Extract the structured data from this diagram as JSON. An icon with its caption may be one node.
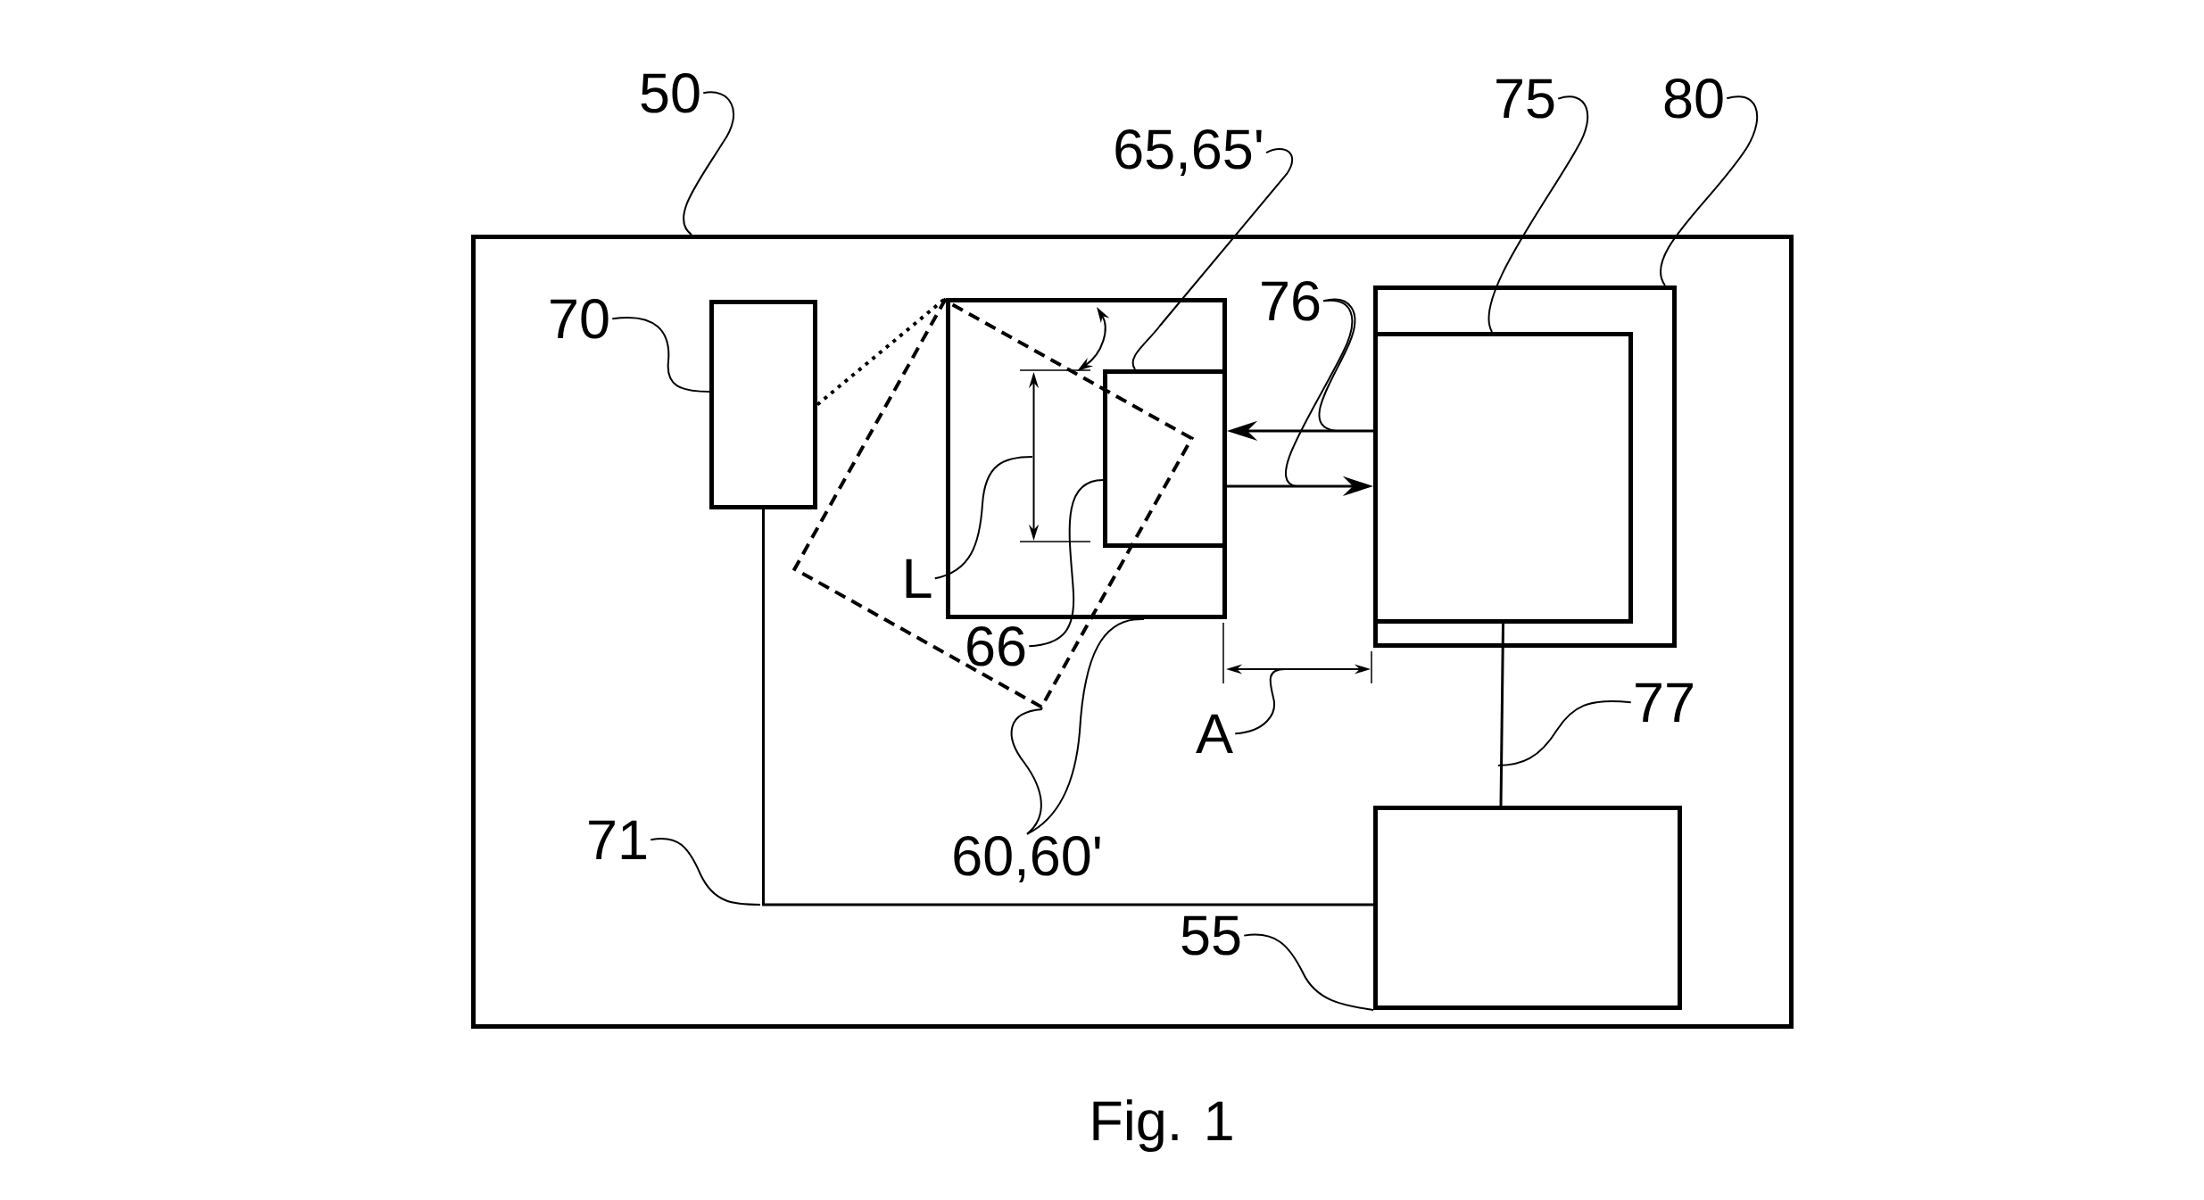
{
  "diagram": {
    "caption": "Fig. 1",
    "nodes": [
      {
        "text": [
          "50"
        ]
      },
      {
        "text": [
          "75"
        ]
      },
      {
        "text": [
          "80"
        ]
      },
      {
        "text": [
          "65,65'"
        ]
      },
      {
        "text": [],
        "shape": "box"
      },
      {
        "text": [
          "76"
        ],
        "in": 4
      },
      {
        "text": [
          "70"
        ],
        "in": 4
      },
      {
        "text": [],
        "shape": "box",
        "in": 4
      },
      {
        "text": [],
        "shape": "box",
        "in": 4
      },
      {
        "text": [],
        "shape": "box",
        "in": 8
      },
      {
        "text": [],
        "shape": "box",
        "in": 4
      },
      {
        "text": [],
        "shape": "box",
        "in": 4
      },
      {
        "text": [],
        "shape": "box",
        "in": 11
      },
      {
        "text": [
          "L"
        ],
        "in": 10
      },
      {
        "text": [
          "66"
        ],
        "in": 10
      },
      {
        "text": [
          "A"
        ],
        "in": 4
      },
      {
        "text": [
          "77"
        ],
        "in": 4
      },
      {
        "text": [
          "60,60'"
        ],
        "in": 4
      },
      {
        "text": [
          "71"
        ],
        "in": 4
      },
      {
        "text": [],
        "shape": "box",
        "in": 4
      },
      {
        "text": [
          "55"
        ],
        "in": 4
      }
    ],
    "edges": [
      {
        "from": 7,
        "to": 8,
        "arrow": "none",
        "style": "dashed"
      },
      {
        "from": 12,
        "to": 9,
        "arrow": "to"
      },
      {
        "from": 9,
        "to": 12,
        "arrow": "to"
      },
      {
        "from": 7,
        "to": 19,
        "arrow": "none"
      },
      {
        "from": 12,
        "to": 19,
        "arrow": "none"
      },
      {
        "from": 0,
        "to": 4,
        "arrow": "none"
      },
      {
        "from": 1,
        "to": 12,
        "arrow": "none"
      },
      {
        "from": 2,
        "to": 11,
        "arrow": "none"
      },
      {
        "from": 3,
        "to": 9,
        "arrow": "none"
      },
      {
        "from": 5,
        "to": null,
        "arrow": "none"
      },
      {
        "from": 5,
        "to": null,
        "arrow": "none"
      },
      {
        "from": 6,
        "to": 7,
        "arrow": "none"
      },
      {
        "from": 13,
        "to": null,
        "arrow": "none"
      },
      {
        "from": 14,
        "to": 9,
        "arrow": "none"
      },
      {
        "from": 15,
        "to": null,
        "arrow": "none"
      },
      {
        "from": 16,
        "to": null,
        "arrow": "none"
      },
      {
        "from": 17,
        "to": 8,
        "arrow": "none"
      },
      {
        "from": 17,
        "to": 10,
        "arrow": "none"
      },
      {
        "from": 18,
        "to": null,
        "arrow": "none"
      },
      {
        "from": 20,
        "to": 19,
        "arrow": "none"
      }
    ]
  }
}
